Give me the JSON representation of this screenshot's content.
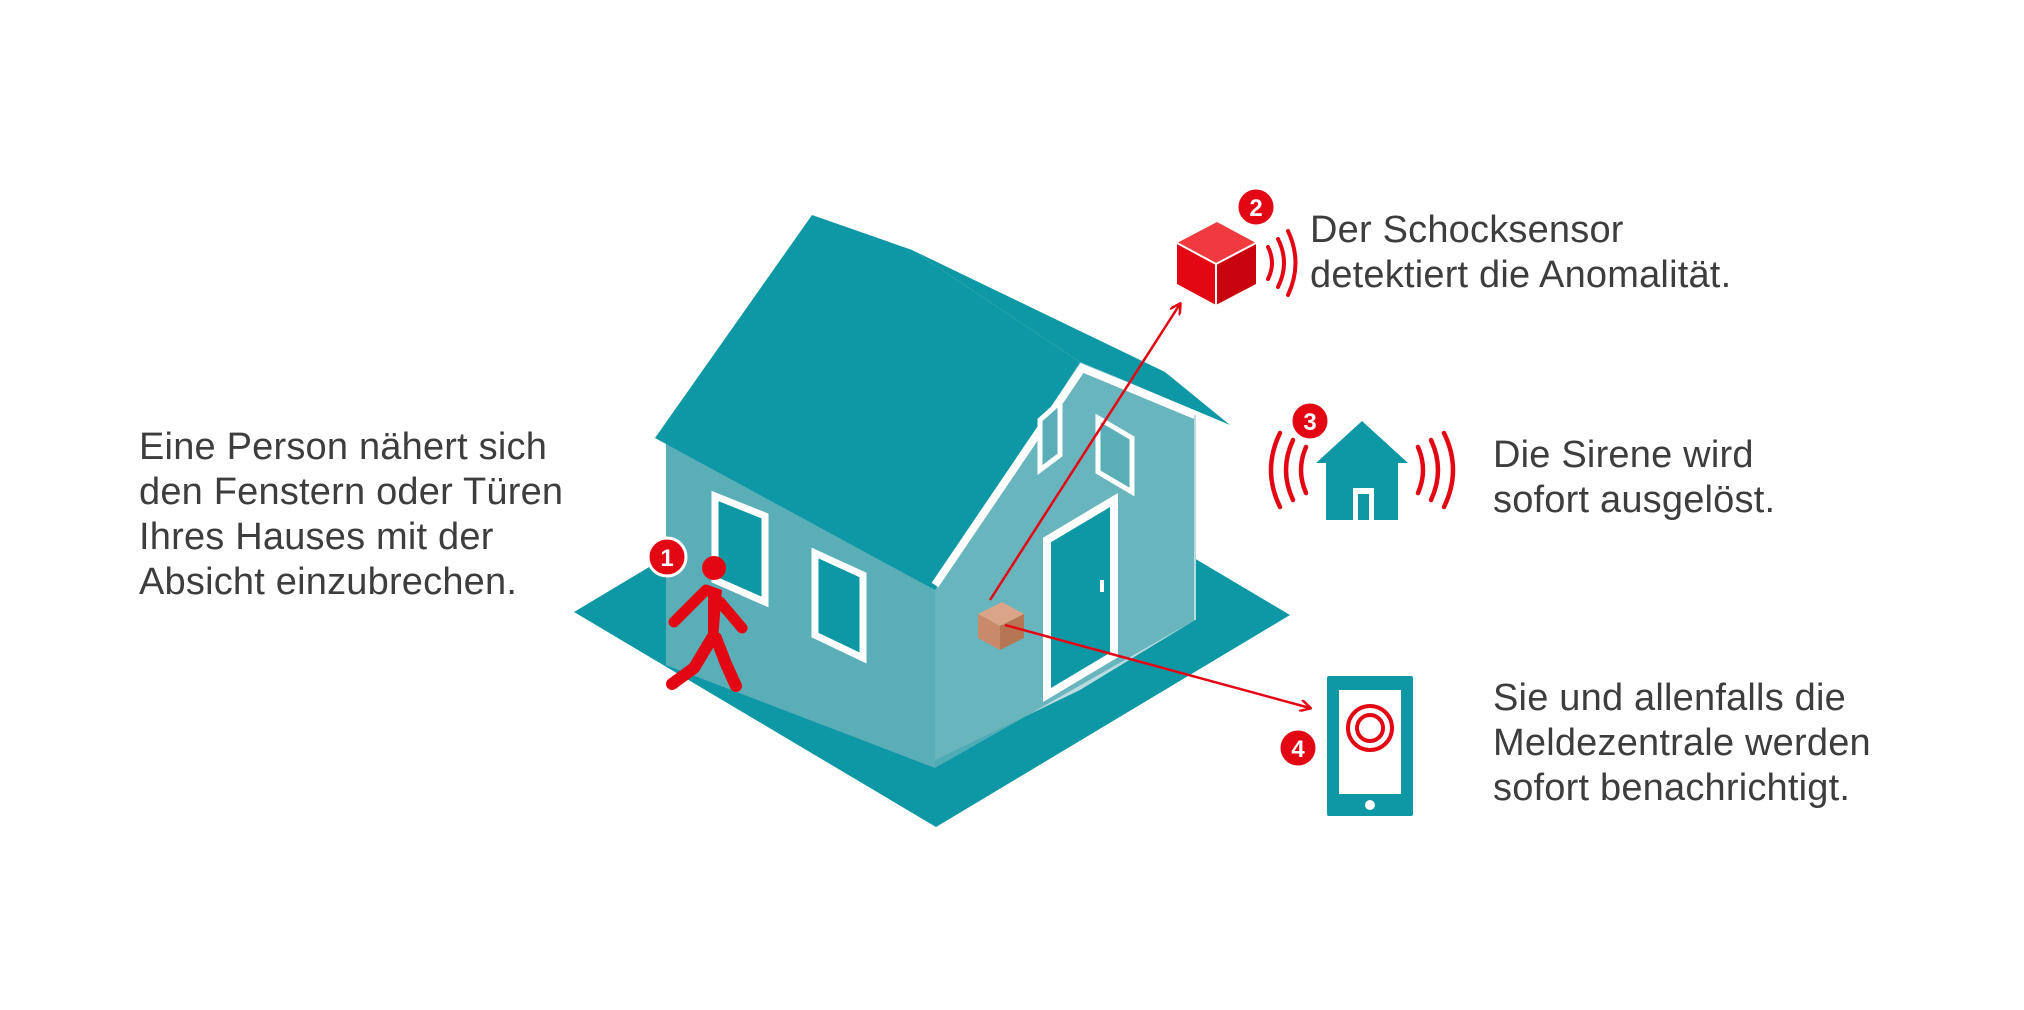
{
  "steps": [
    {
      "number": "1",
      "lines": [
        "Eine Person nähert sich",
        "den Fenstern oder Türen",
        "Ihres Hauses mit der",
        "Absicht einzubrechen."
      ]
    },
    {
      "number": "2",
      "lines": [
        "Der Schocksensor",
        "detektiert die Anomalität."
      ]
    },
    {
      "number": "3",
      "lines": [
        "Die Sirene wird",
        "sofort ausgelöst."
      ]
    },
    {
      "number": "4",
      "lines": [
        "Sie und allenfalls die",
        "Meldezentrale werden",
        "sofort benachrichtigt."
      ]
    }
  ],
  "colors": {
    "teal": "#0e97a5",
    "teal_wall": "#5aaeb8",
    "teal_light": "#b9dadf",
    "red": "#e30613",
    "sensor_brown": "#c88a6a",
    "text": "#3d3d3d"
  },
  "icons": {
    "intruder": "walking-person-icon",
    "sensor": "shock-sensor-cube-icon",
    "siren": "siren-house-icon",
    "phone": "smartphone-alarm-icon"
  }
}
